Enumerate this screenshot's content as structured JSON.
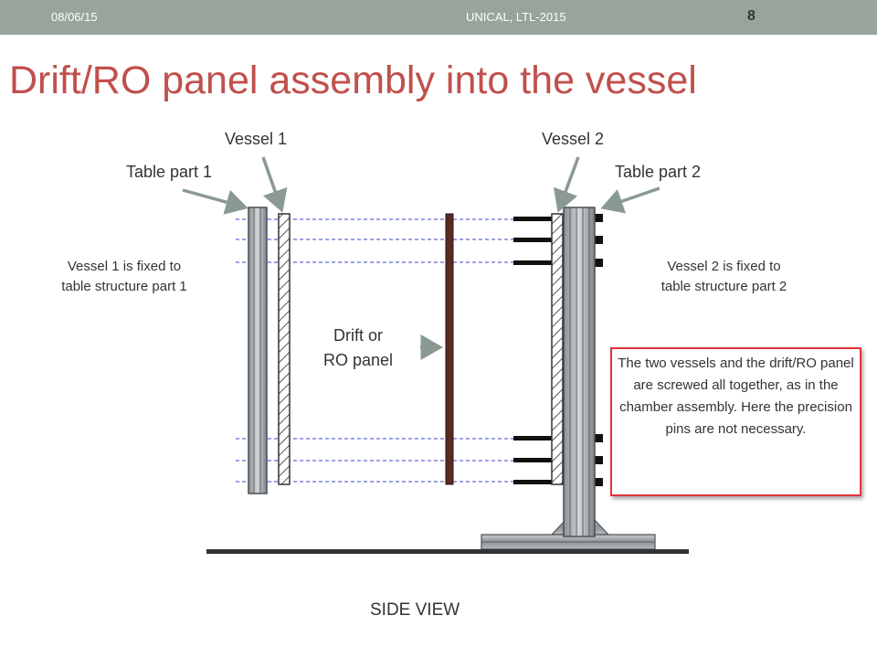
{
  "header": {
    "date": "08/06/15",
    "footer": "UNICAL, LTL-2015",
    "page_number": "8"
  },
  "title": "Drift/RO panel assembly into the vessel",
  "labels": {
    "vessel1": "Vessel 1",
    "vessel2": "Vessel 2",
    "table1": "Table part 1",
    "table2": "Table part 2",
    "vessel1_note_line1": "Vessel 1 is fixed to",
    "vessel1_note_line2": "table structure part 1",
    "vessel2_note_line1": "Vessel 2 is fixed to",
    "vessel2_note_line2": "table structure part 2",
    "drift_line1": "Drift or",
    "drift_line2": "RO panel",
    "side_view": "SIDE VIEW"
  },
  "callout": {
    "text": "The two vessels and the drift/RO panel are screwed all together, as in the chamber assembly. Here the precision pins are not necessary."
  },
  "colors": {
    "topbar": "#97a59a",
    "title": "#c0504d",
    "callout_border": "#e0343a",
    "arrow": "#8a9a93",
    "dash": "#3a43c8",
    "drift_panel": "#5a2a24"
  }
}
